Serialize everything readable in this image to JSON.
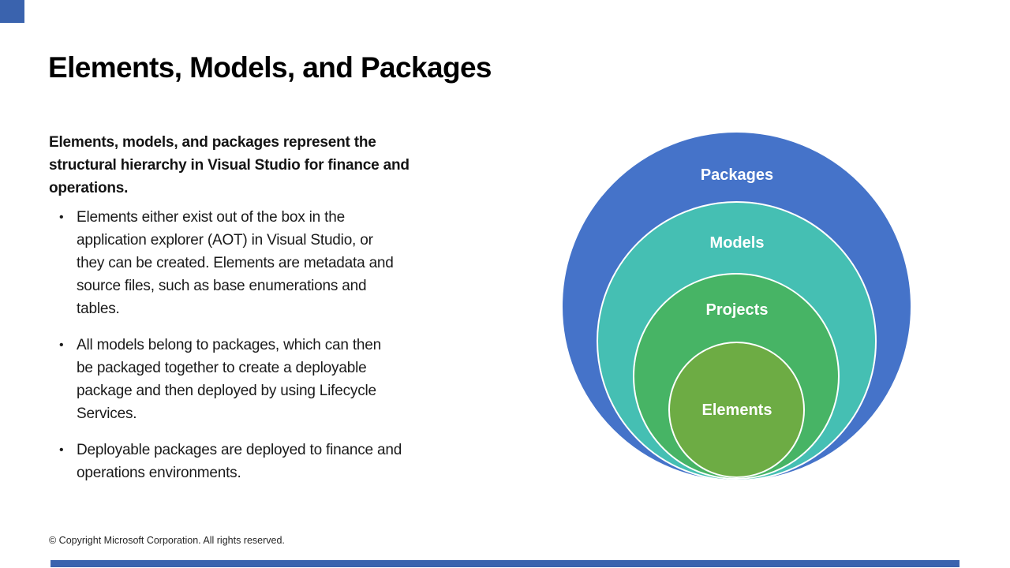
{
  "slide": {
    "title": "Elements, Models, and Packages",
    "bullet_glyph": "•",
    "intro_lines": [
      "Elements, models, and packages represent the",
      "structural hierarchy in Visual Studio for finance and",
      "operations."
    ],
    "bullets": [
      {
        "lines": [
          "Elements either exist out of the box in the",
          "application explorer (AOT) in Visual Studio, or",
          "they can be created. Elements are metadata and",
          "source files, such as base enumerations and",
          "tables."
        ]
      },
      {
        "lines": [
          "All models belong to packages, which can then",
          "be packaged together to create a deployable",
          "package and then deployed by using Lifecycle",
          "Services."
        ]
      },
      {
        "lines": [
          "Deployable packages are deployed to finance and",
          "operations environments."
        ]
      }
    ],
    "footer": "© Copyright Microsoft Corporation. All rights reserved."
  },
  "diagram": {
    "type": "nested-circles",
    "rings": [
      {
        "label": "Packages",
        "color": "#4573C9"
      },
      {
        "label": "Models",
        "color": "#45BFB3"
      },
      {
        "label": "Projects",
        "color": "#47B465"
      },
      {
        "label": "Elements",
        "color": "#6DAC44"
      }
    ],
    "label_color": "#FFFFFF",
    "stroke_color": "#FFFFFF"
  },
  "theme": {
    "background": "#FFFFFF",
    "title_color": "#000000",
    "body_text_color": "#1A1A1A",
    "corner_accent_color": "#3A63AE",
    "bottom_bar_color": "#3A63AE"
  }
}
